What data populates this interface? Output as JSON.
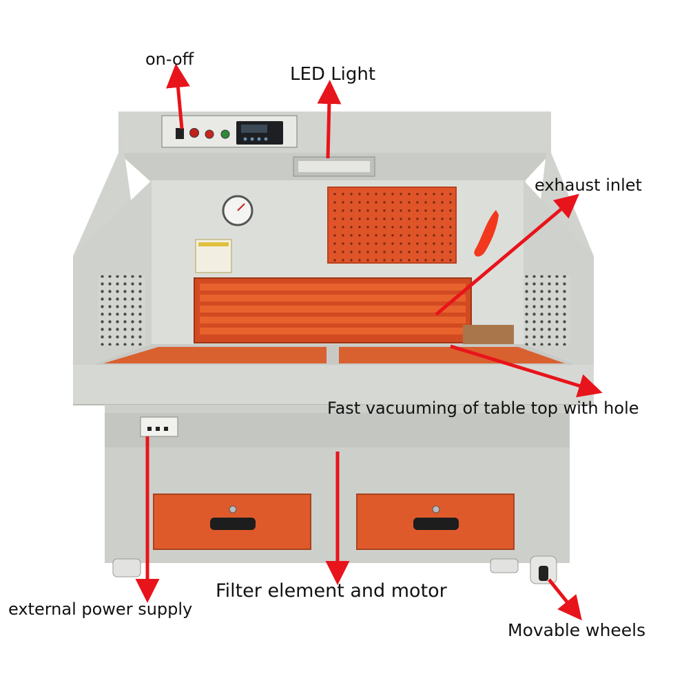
{
  "labels": {
    "on_off": "on-off",
    "led_light": "LED Light",
    "exhaust_inlet": "exhaust inlet",
    "table_top": "Fast vacuuming of table top with hole",
    "filter_motor": "Filter element and motor",
    "power_supply": "external power supply",
    "wheels": "Movable wheels"
  },
  "colors": {
    "arrow": "#e8141b",
    "cabinet": "#d7d9d4",
    "cabinet_shadow": "#bfc1bc",
    "orange": "#e0542a",
    "orange_dark": "#b8401c",
    "text": "#111111"
  }
}
